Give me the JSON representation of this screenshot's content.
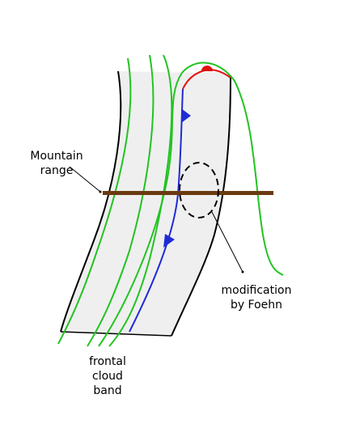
{
  "labels": {
    "mountain_range": [
      "Mountain",
      "range"
    ],
    "modification": [
      "modification",
      "by Foehn"
    ],
    "frontal_cloud_band": [
      "frontal",
      "cloud",
      "band"
    ]
  },
  "colors": {
    "cloud_band_fill": "#efefef",
    "cloud_band_edge": "#000000",
    "streamlines": "#22c322",
    "cold_front": "#1f2bd6",
    "warm_front": "#e01010",
    "mountain_range": "#6b3a10",
    "foehn_circle": "#000000"
  }
}
